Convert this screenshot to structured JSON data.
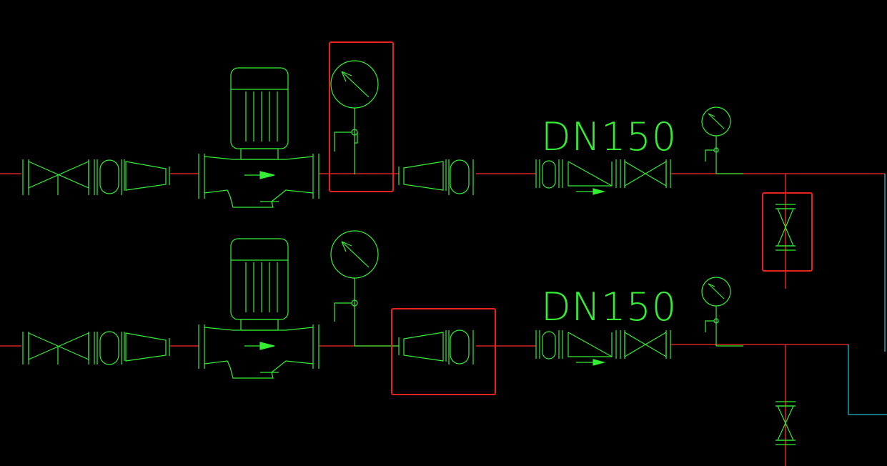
{
  "diagram": {
    "colors": {
      "background": "#000000",
      "pipe": "#ff2a2a",
      "equipment": "#33ee33",
      "highlight": "#e8221e",
      "aux_line": "#22b8c8"
    },
    "labels": {
      "top_pipe_size": "DN150",
      "bottom_pipe_size": "DN150"
    },
    "icons": [
      "gate-valve-icon",
      "flexible-joint-icon",
      "reducer-icon",
      "inline-pump-icon",
      "pressure-gauge-icon",
      "check-valve-icon",
      "ball-valve-icon"
    ],
    "highlighted_components": [
      "top-discharge-pressure-gauge",
      "bottom-discharge-reducer-joint",
      "bypass-valve"
    ]
  }
}
